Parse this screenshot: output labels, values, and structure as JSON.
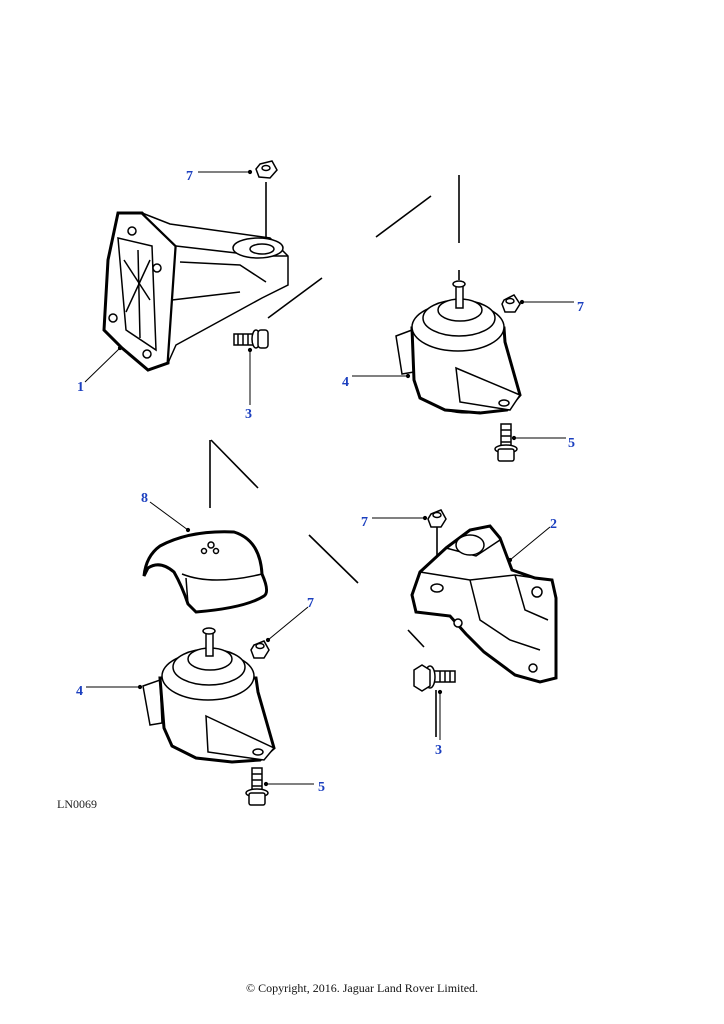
{
  "diagram": {
    "drawing_id": "LN0069",
    "copyright": "© Copyright, 2016. Jaguar Land Rover Limited.",
    "callouts": {
      "c1": "1",
      "c2": "2",
      "c3a": "3",
      "c3b": "3",
      "c4a": "4",
      "c4b": "4",
      "c5a": "5",
      "c5b": "5",
      "c7a": "7",
      "c7b": "7",
      "c7c": "7",
      "c7d": "7",
      "c8": "8"
    },
    "colors": {
      "callout": "#1b3fbf",
      "linework": "#000000"
    }
  }
}
